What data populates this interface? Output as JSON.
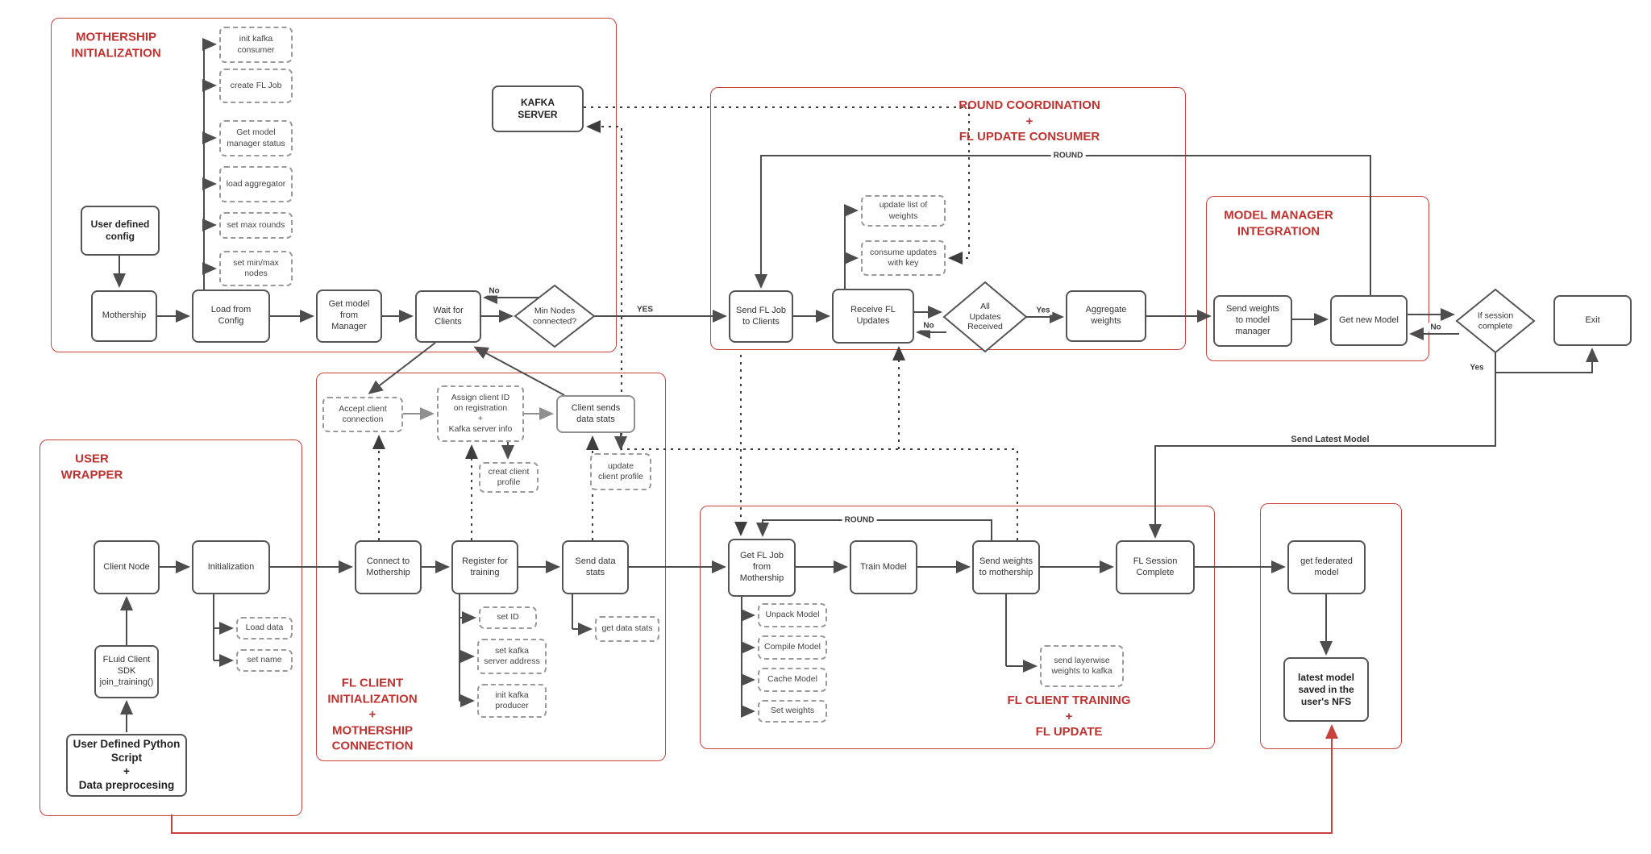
{
  "diagram": {
    "colors": {
      "accent_red": "#c9413c",
      "solid_box_border": "#545454",
      "dashed_box_border": "#9a9a9a",
      "line": "#4d4d4d",
      "gray_line": "#8f8f8f",
      "background": "#ffffff"
    },
    "sections": {
      "mothership_init": {
        "title": "MOTHERSHIP\nINITIALIZATION"
      },
      "round_coordination": {
        "title": "ROUND COORDINATION\n+\nFL UPDATE CONSUMER"
      },
      "model_manager": {
        "title": "MODEL MANAGER\nINTEGRATION"
      },
      "user_wrapper": {
        "title": "USER\nWRAPPER"
      },
      "fl_client_init": {
        "title": "FL CLIENT\nINITIALIZATION\n+\nMOTHERSHIP\nCONNECTION"
      },
      "fl_client_training": {
        "title": "FL CLIENT TRAINING\n+\nFL UPDATE"
      }
    },
    "nodes": {
      "kafka_server": {
        "label": "KAFKA\nSERVER"
      },
      "user_defined_config": {
        "label": "User defined\nconfig"
      },
      "mothership": {
        "label": "Mothership"
      },
      "load_from_config": {
        "label": "Load from\nConfig"
      },
      "get_model_from_manager": {
        "label": "Get model\nfrom\nManager"
      },
      "wait_for_clients": {
        "label": "Wait for\nClients"
      },
      "min_nodes_connected": {
        "label": "Min Nodes\nconnected?"
      },
      "init_kafka_consumer": {
        "label": "init kafka\nconsumer"
      },
      "create_fl_job": {
        "label": "create FL Job"
      },
      "get_model_manager_status": {
        "label": "Get model\nmanager status"
      },
      "load_aggregator": {
        "label": "load aggregator"
      },
      "set_max_rounds": {
        "label": "set max rounds"
      },
      "set_min_max_nodes": {
        "label": "set min/max\nnodes"
      },
      "send_fl_job_to_clients": {
        "label": "Send FL Job\nto Clients"
      },
      "receive_fl_updates": {
        "label": "Receive FL\nUpdates"
      },
      "all_updates_received": {
        "label": "All\nUpdates\nReceived"
      },
      "aggregate_weights": {
        "label": "Aggregate\nweights"
      },
      "update_list_of_weights": {
        "label": "update list of\nweights"
      },
      "consume_updates_with_key": {
        "label": "consume updates\nwith key"
      },
      "send_weights_to_model_manager": {
        "label": "Send weights\nto model\nmanager"
      },
      "get_new_model": {
        "label": "Get new Model"
      },
      "if_session_complete": {
        "label": "If session\ncomplete"
      },
      "exit": {
        "label": "Exit"
      },
      "client_node": {
        "label": "Client Node"
      },
      "initialization": {
        "label": "Initialization"
      },
      "load_data": {
        "label": "Load data"
      },
      "set_name": {
        "label": "set name"
      },
      "fluid_client_sdk": {
        "label": "FLuid Client\nSDK\njoin_training()"
      },
      "user_defined_python_script": {
        "label": "User Defined Python\nScript\n+\nData preprocesing"
      },
      "accept_client_connection": {
        "label": "Accept client\nconnection"
      },
      "assign_client_id": {
        "label": "Assign client ID\non registration\n+\nKafka server info"
      },
      "creat_client_profile": {
        "label": "creat client\nprofile"
      },
      "client_sends_data_stats": {
        "label": "Client sends\ndata stats"
      },
      "update_client_profile": {
        "label": "update\nclient profile"
      },
      "connect_to_mothership": {
        "label": "Connect to\nMothership"
      },
      "register_for_training": {
        "label": "Register for\ntraining"
      },
      "send_data_stats": {
        "label": "Send data\nstats"
      },
      "set_id": {
        "label": "set ID"
      },
      "set_kafka_server_address": {
        "label": "set kafka\nserver address"
      },
      "init_kafka_producer": {
        "label": "init kafka\nproducer"
      },
      "get_data_stats": {
        "label": "get data stats"
      },
      "get_fl_job_from_mothership": {
        "label": "Get FL Job\nfrom\nMothership"
      },
      "train_model": {
        "label": "Train Model"
      },
      "send_weights_to_mothership": {
        "label": "Send weights\nto mothership"
      },
      "unpack_model": {
        "label": "Unpack Model"
      },
      "compile_model": {
        "label": "Compile Model"
      },
      "cache_model": {
        "label": "Cache Model"
      },
      "set_weights": {
        "label": "Set weights"
      },
      "send_layerwise_weights": {
        "label": "send layerwise\nweights to kafka"
      },
      "fl_session_complete": {
        "label": "FL Session\nComplete"
      },
      "get_federated_model": {
        "label": "get federated\nmodel"
      },
      "latest_model_nfs": {
        "label": "latest model\nsaved in the\nuser's NFS"
      }
    },
    "edge_labels": {
      "no_min_nodes": "No",
      "yes_min_nodes": "YES",
      "no_all_updates": "No",
      "yes_all_updates": "Yes",
      "no_session": "No",
      "yes_session": "Yes",
      "round_top": "ROUND",
      "round_training": "ROUND",
      "send_latest_model": "Send Latest Model"
    }
  }
}
